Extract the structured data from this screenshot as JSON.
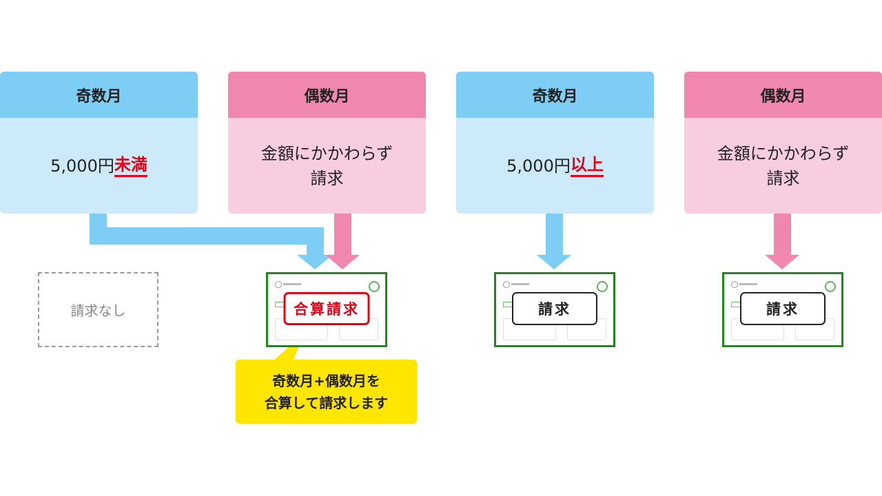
{
  "cards": [
    {
      "header": "奇数月",
      "text": "5,000円",
      "highlight": "未満",
      "color": "blue"
    },
    {
      "header": "偶数月",
      "line1": "金額にかかわらず",
      "line2": "請求",
      "color": "pink"
    },
    {
      "header": "奇数月",
      "text": "5,000円",
      "highlight": "以上",
      "color": "blue"
    },
    {
      "header": "偶数月",
      "line1": "金額にかかわらず",
      "line2": "請求",
      "color": "pink"
    }
  ],
  "no_bill": "請求なし",
  "invoices": [
    {
      "label": "合算請求"
    },
    {
      "label": "請求"
    },
    {
      "label": "請求"
    }
  ],
  "callout": {
    "line1": "奇数月+偶数月を",
    "line2": "合算して請求します"
  },
  "colors": {
    "blue": "#7dcdf4",
    "pink": "#ef87ae",
    "green": "#1a8a1a",
    "red": "#e60012",
    "yellow": "#ffe600"
  }
}
